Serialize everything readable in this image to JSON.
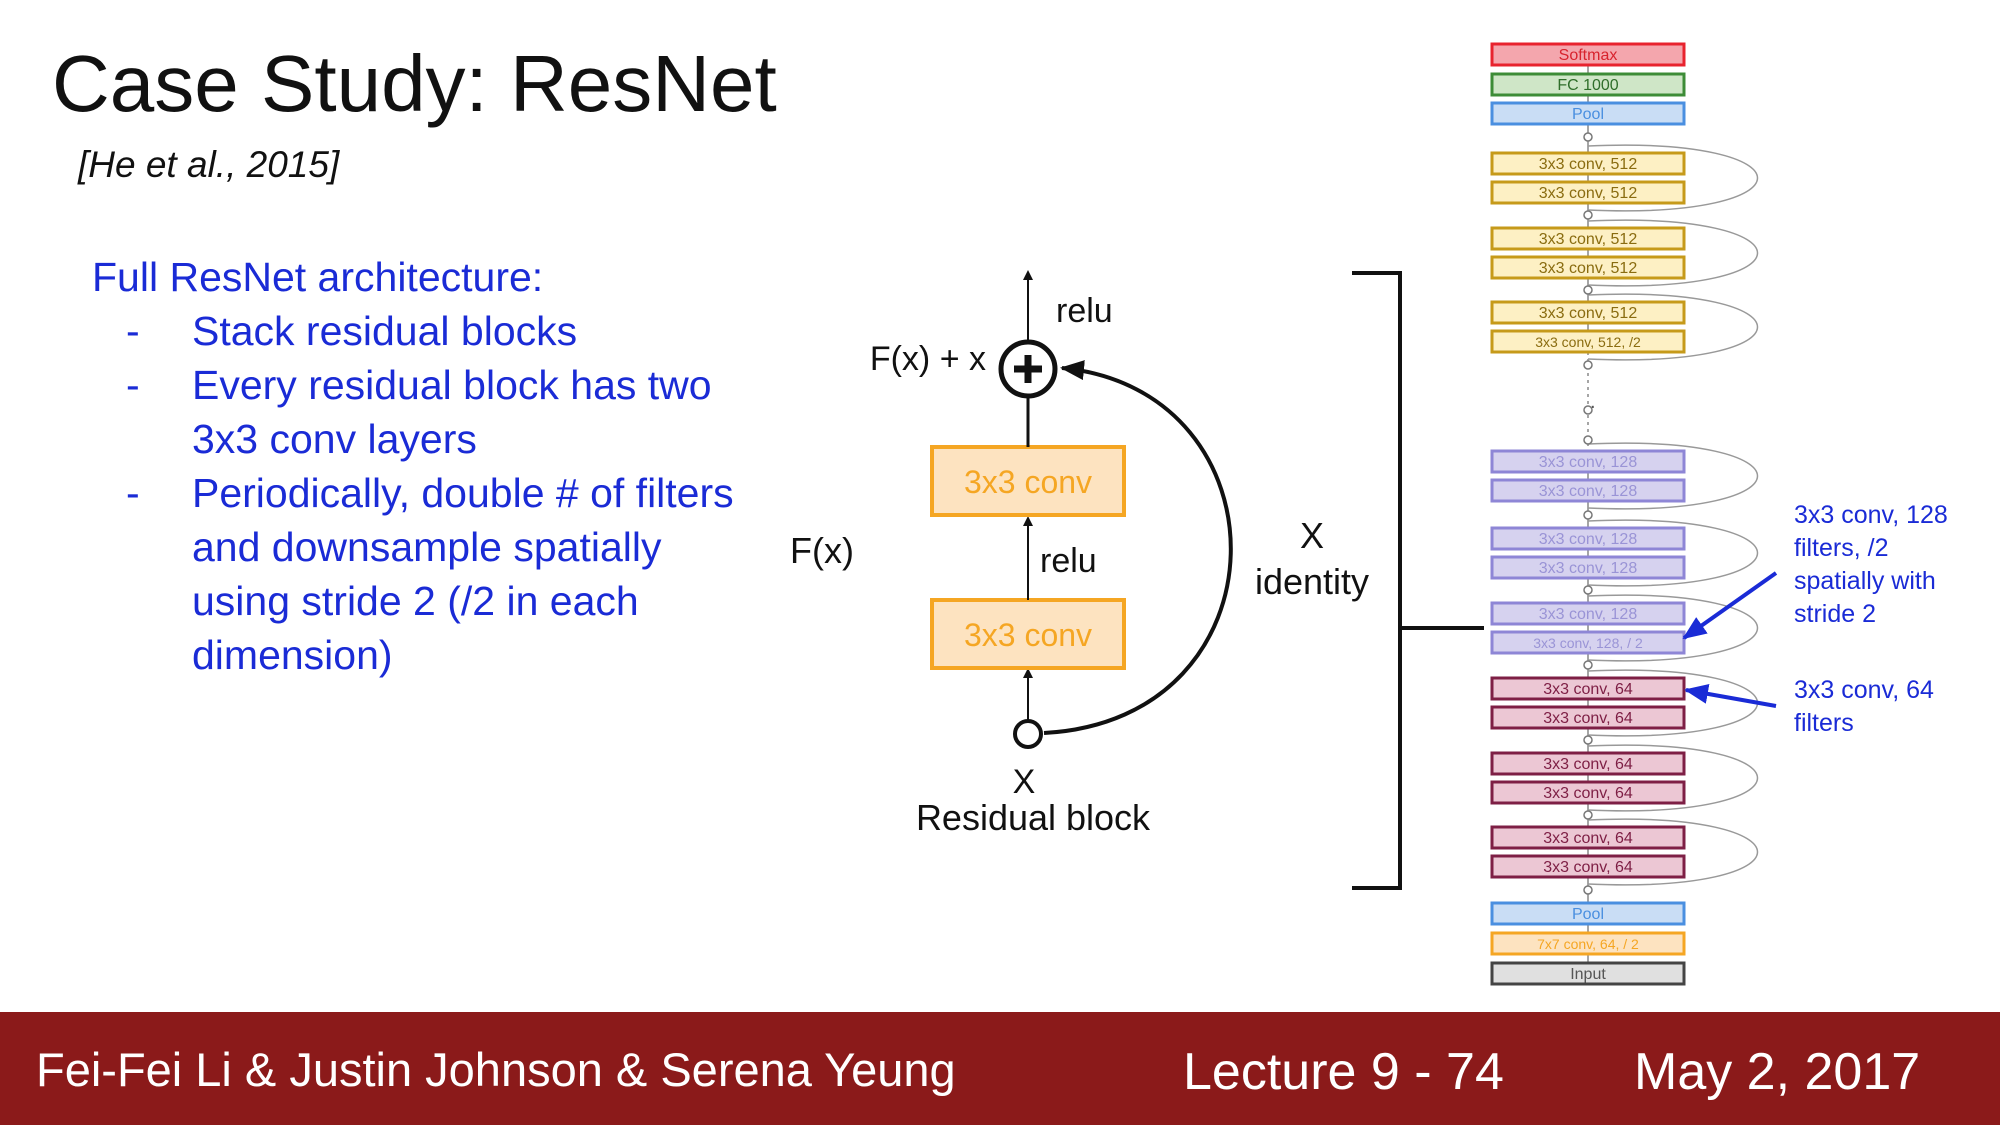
{
  "slide": {
    "title": "Case Study: ResNet",
    "citation": "[He et al., 2015]"
  },
  "architecture": {
    "heading": "Full ResNet architecture:",
    "bullets": [
      "Stack residual blocks",
      "Every residual block has two 3x3 conv layers",
      "Periodically, double # of filters and downsample spatially using stride 2 (/2 in each dimension)"
    ],
    "bullet_marker": "-"
  },
  "residual_block": {
    "caption": "Residual block",
    "input_label": "X",
    "output_label": "F(x) + x",
    "function_label": "F(x)",
    "relu_top": "relu",
    "relu_mid": "relu",
    "conv_top": "3x3 conv",
    "conv_bottom": "3x3 conv",
    "skip_label": "X",
    "skip_sublabel": "identity",
    "conv_fill": "#fde3c0",
    "conv_border": "#f5a623"
  },
  "network": {
    "layers": [
      {
        "label": "Softmax",
        "kind": "softmax"
      },
      {
        "label": "FC 1000",
        "kind": "fc"
      },
      {
        "label": "Pool",
        "kind": "pool"
      },
      {
        "label": "3x3 conv, 512",
        "kind": "c512"
      },
      {
        "label": "3x3 conv, 512",
        "kind": "c512"
      },
      {
        "label": "3x3 conv, 512",
        "kind": "c512"
      },
      {
        "label": "3x3 conv, 512",
        "kind": "c512"
      },
      {
        "label": "3x3 conv, 512",
        "kind": "c512"
      },
      {
        "label": "3x3 conv, 512, /2",
        "kind": "c512"
      },
      {
        "label": "3x3 conv, 128",
        "kind": "c128"
      },
      {
        "label": "3x3 conv, 128",
        "kind": "c128"
      },
      {
        "label": "3x3 conv, 128",
        "kind": "c128"
      },
      {
        "label": "3x3 conv, 128",
        "kind": "c128"
      },
      {
        "label": "3x3 conv, 128",
        "kind": "c128"
      },
      {
        "label": "3x3 conv, 128, / 2",
        "kind": "c128"
      },
      {
        "label": "3x3 conv, 64",
        "kind": "c64"
      },
      {
        "label": "3x3 conv, 64",
        "kind": "c64"
      },
      {
        "label": "3x3 conv, 64",
        "kind": "c64"
      },
      {
        "label": "3x3 conv, 64",
        "kind": "c64"
      },
      {
        "label": "3x3 conv, 64",
        "kind": "c64"
      },
      {
        "label": "3x3 conv, 64",
        "kind": "c64"
      },
      {
        "label": "Pool",
        "kind": "pool"
      },
      {
        "label": "7x7 conv, 64, / 2",
        "kind": "conv7"
      },
      {
        "label": "Input",
        "kind": "input"
      }
    ],
    "ellipsis": "..",
    "colors": {
      "softmax": {
        "fill": "#f4a6ad",
        "stroke": "#e8232e",
        "text": "#d8232e"
      },
      "fc": {
        "fill": "#cfe6c7",
        "stroke": "#3d8c37",
        "text": "#2f6e2a"
      },
      "pool": {
        "fill": "#c9ddf5",
        "stroke": "#4a8fe0",
        "text": "#4a8fe0"
      },
      "c512": {
        "fill": "#fdf0c4",
        "stroke": "#c69a1a",
        "text": "#8a6c10"
      },
      "c128": {
        "fill": "#d6d2ef",
        "stroke": "#8e86d6",
        "text": "#9a94d6"
      },
      "c64": {
        "fill": "#ecc7d4",
        "stroke": "#7e1f45",
        "text": "#7e1f45"
      },
      "conv7": {
        "fill": "#fde3c0",
        "stroke": "#f5a623",
        "text": "#f5a623"
      },
      "input": {
        "fill": "#e0e0e0",
        "stroke": "#444444",
        "text": "#555555"
      }
    }
  },
  "annotations": {
    "stride_note": [
      "3x3 conv, 128",
      "filters, /2",
      "spatially with",
      "stride 2"
    ],
    "filters_note": [
      "3x3 conv, 64",
      "filters"
    ],
    "color": "#1a2bd6"
  },
  "footer": {
    "authors": "Fei-Fei Li & Justin Johnson & Serena Yeung",
    "lecture": "Lecture 9 - 74",
    "date": "May 2, 2017",
    "background": "#8b1a1a"
  }
}
